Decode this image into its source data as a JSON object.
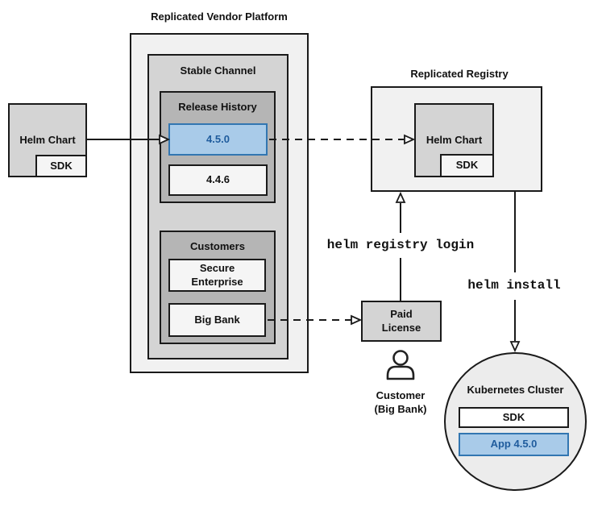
{
  "platform": {
    "title": "Replicated Vendor Platform",
    "stable_channel": {
      "label": "Stable Channel"
    },
    "release_history": {
      "label": "Release History",
      "versions": [
        {
          "label": "4.5.0",
          "highlighted": true
        },
        {
          "label": "4.4.6",
          "highlighted": false
        }
      ]
    },
    "customers": {
      "label": "Customers",
      "items": [
        "Secure\nEnterprise",
        "Big Bank"
      ]
    }
  },
  "source_chart": {
    "label": "Helm Chart",
    "sdk": "SDK"
  },
  "registry": {
    "title": "Replicated Registry",
    "chart": {
      "label": "Helm Chart",
      "sdk": "SDK"
    }
  },
  "paid_license": {
    "label": "Paid\nLicense"
  },
  "customer": {
    "label": "Customer\n(Big Bank)"
  },
  "cluster": {
    "title": "Kubernetes Cluster",
    "sdk": "SDK",
    "app": "App 4.5.0"
  },
  "commands": {
    "registry_login": "helm registry login",
    "install": "helm install"
  },
  "colors": {
    "highlight_fill": "#a9cbe9",
    "highlight_border": "#3276b1",
    "highlight_text": "#1f5c9d",
    "line": "#1a1a1a"
  }
}
